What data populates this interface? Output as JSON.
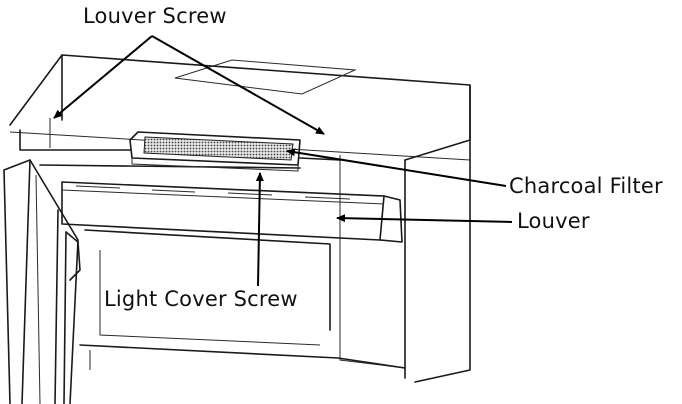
{
  "labels": {
    "louver_screw": "Louver Screw",
    "charcoal_filter": "Charcoal Filter",
    "louver": "Louver",
    "light_cover_screw": "Light Cover Screw"
  },
  "colors": {
    "line": "#1a1a1a",
    "filter_mesh": "#555555",
    "background": "#ffffff"
  }
}
